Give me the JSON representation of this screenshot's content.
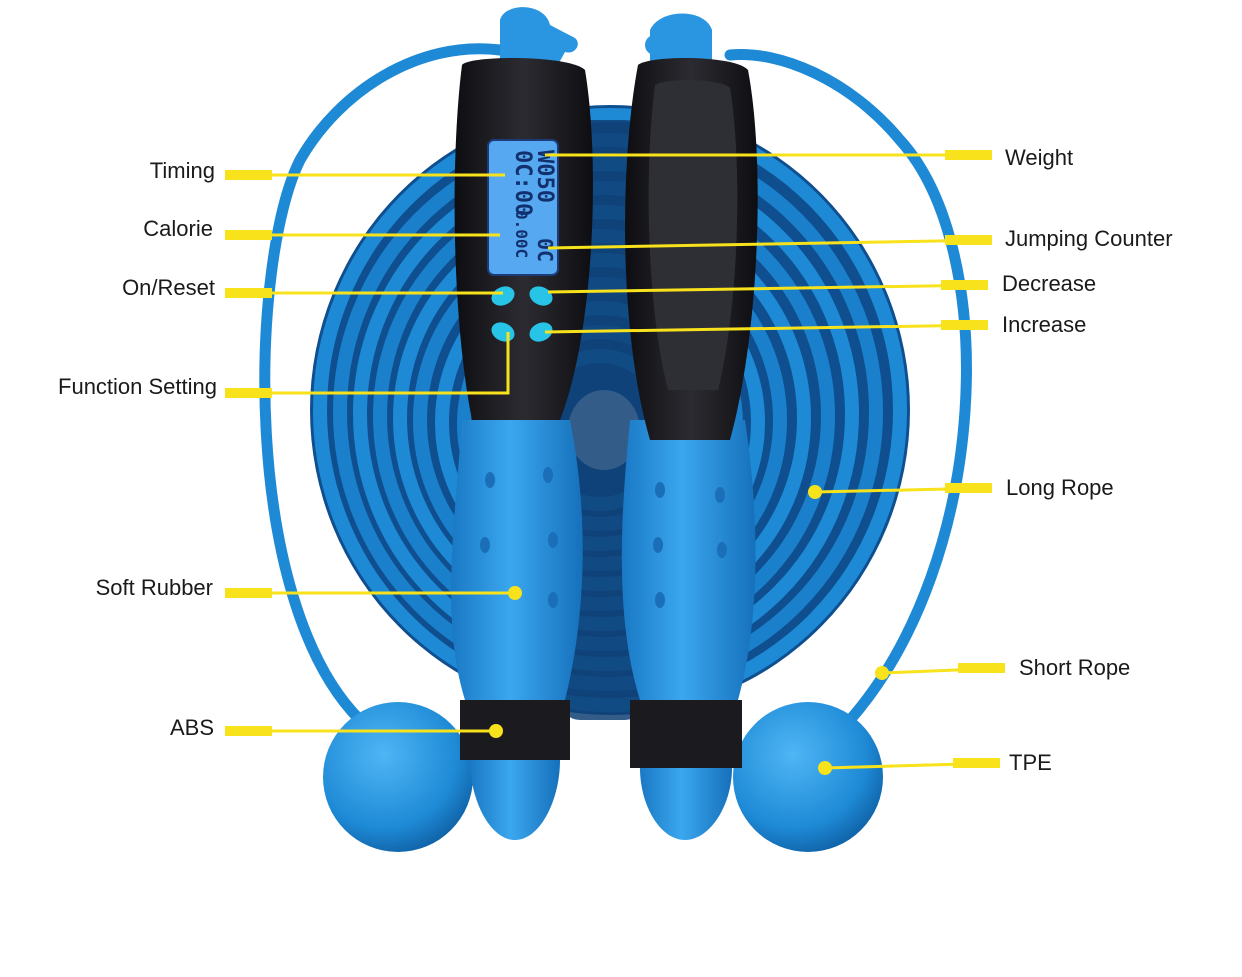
{
  "colors": {
    "rope": "#1e8ad6",
    "rope_dark": "#0d5fa6",
    "handle_blue": "#2a95e0",
    "handle_black": "#1b1b1f",
    "lcd": "#56a8f0",
    "button": "#27c4e8",
    "leader": "#f7e21b"
  },
  "lcd": {
    "line1": "W050",
    "line2": "0C:00",
    "line3": "0.00C",
    "line4": "0C"
  },
  "labels": {
    "timing": "Timing",
    "calorie": "Calorie",
    "on_reset": "On/Reset",
    "function_setting": "Function Setting",
    "soft_rubber": "Soft Rubber",
    "abs": "ABS",
    "weight": "Weight",
    "jumping_counter": "Jumping Counter",
    "decrease": "Decrease",
    "increase": "Increase",
    "long_rope": "Long Rope",
    "short_rope": "Short Rope",
    "tpe": "TPE"
  }
}
